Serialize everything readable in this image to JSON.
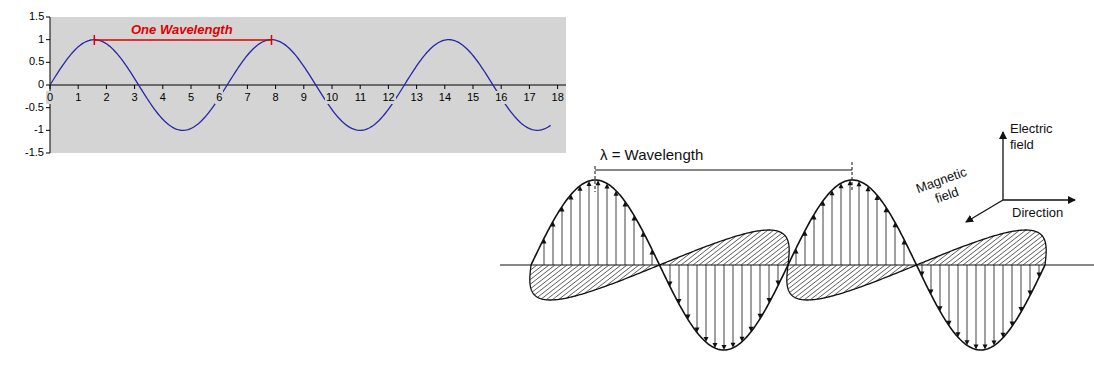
{
  "diagram": {
    "labels": [
      "One Wavelength",
      "1.5",
      "1",
      "0.5",
      "0",
      "-0.5",
      "-1",
      "-1.5",
      "0",
      "1",
      "2",
      "3",
      "4",
      "5",
      "6",
      "7",
      "8",
      "9",
      "10",
      "11",
      "12",
      "13",
      "14",
      "15",
      "16",
      "17",
      "18",
      "λ = Wavelength",
      "Electric field",
      "Magnetic field",
      "Direction"
    ]
  }
}
